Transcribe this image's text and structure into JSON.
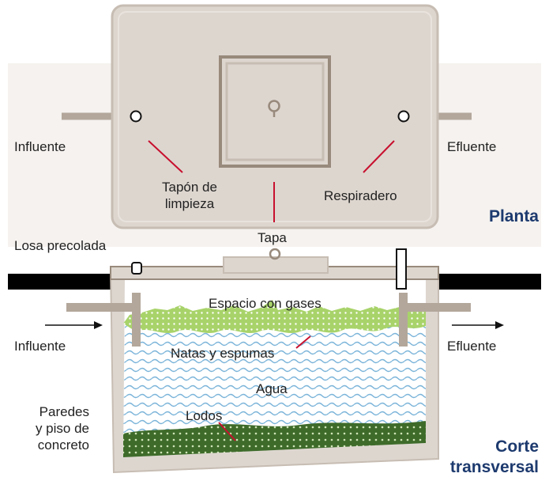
{
  "colors": {
    "tank_fill": "#ddd6cf",
    "tank_stroke": "#c7bdb3",
    "label_line": "#c8102e",
    "title": "#1d3a6e",
    "ground": "#000000",
    "scum": "#a8d36a",
    "water_wave": "#7bb4d9",
    "sludge": "#3e6b2a"
  },
  "plan_view": {
    "title": "Planta",
    "inlet_label": "Influente",
    "outlet_label": "Efluente",
    "cleanout_label_line1": "Tapón de",
    "cleanout_label_line2": "limpieza",
    "vent_label": "Respiradero",
    "lid_label": "Tapa"
  },
  "section_view": {
    "title_line1": "Corte",
    "title_line2": "transversal",
    "slab_label": "Losa precolada",
    "gas_label": "Espacio con gases",
    "inlet_label": "Influente",
    "outlet_label": "Efluente",
    "scum_label": "Natas y espumas",
    "water_label": "Agua",
    "sludge_label": "Lodos",
    "walls_line1": "Paredes",
    "walls_line2": "y piso de",
    "walls_line3": "concreto"
  }
}
